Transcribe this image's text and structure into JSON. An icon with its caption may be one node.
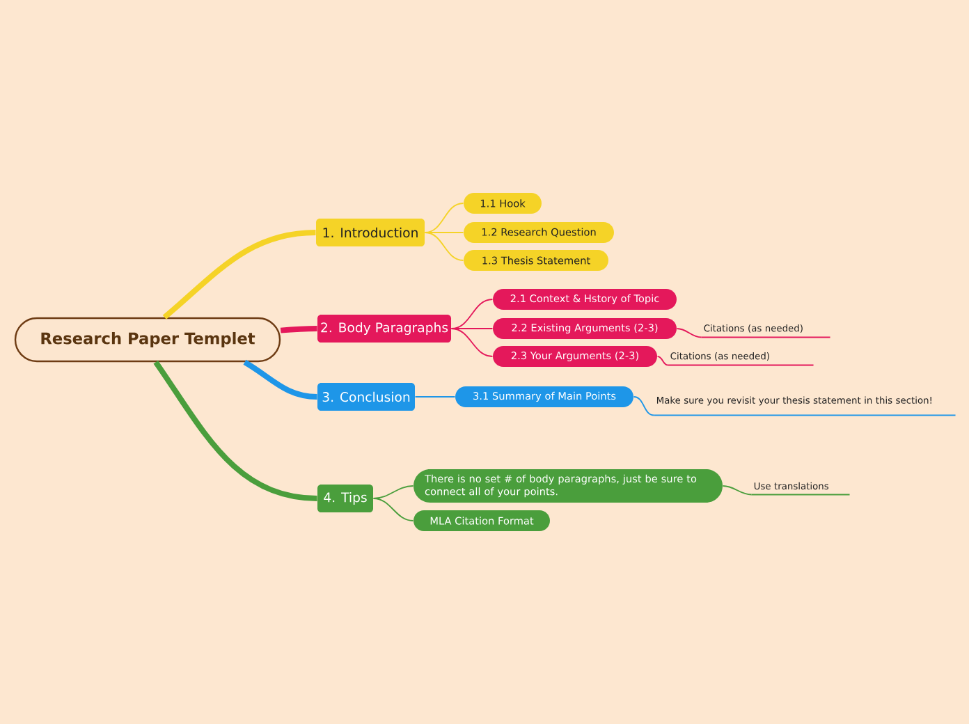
{
  "diagram": {
    "nodes": [
      {
        "text": [
          "Research Paper Templet"
        ]
      },
      {
        "text": [
          "1. Introduction"
        ]
      },
      {
        "text": [
          "1.1 Hook"
        ]
      },
      {
        "text": [
          "1.2 Research Question"
        ]
      },
      {
        "text": [
          "1.3 Thesis Statement"
        ]
      },
      {
        "text": [
          "2. Body Paragraphs"
        ]
      },
      {
        "text": [
          "2.1 Context & Hstory of Topic"
        ]
      },
      {
        "text": [
          "2.2 Existing Arguments (2-3)"
        ]
      },
      {
        "text": [
          "Citations (as needed)"
        ]
      },
      {
        "text": [
          "2.3 Your Arguments (2-3)"
        ]
      },
      {
        "text": [
          "Citations (as needed)"
        ]
      },
      {
        "text": [
          "3. Conclusion"
        ]
      },
      {
        "text": [
          "3.1 Summary of Main Points"
        ]
      },
      {
        "text": [
          "Make sure you revisit your thesis statement in this section!"
        ]
      },
      {
        "text": [
          "4. Tips"
        ]
      },
      {
        "text": [
          "There is no set # of body paragraphs, just be sure to connect all of your points."
        ]
      },
      {
        "text": [
          "Use translations"
        ]
      },
      {
        "text": [
          "MLA Citation Format"
        ]
      }
    ],
    "edges": [
      {
        "from": 0,
        "to": 1,
        "arrow": "none",
        "style": "thick",
        "color": "#f5d327"
      },
      {
        "from": 1,
        "to": 2,
        "arrow": "none",
        "color": "#f5d327"
      },
      {
        "from": 1,
        "to": 3,
        "arrow": "none",
        "color": "#f5d327"
      },
      {
        "from": 1,
        "to": 4,
        "arrow": "none",
        "color": "#f5d327"
      },
      {
        "from": 0,
        "to": 5,
        "arrow": "none",
        "style": "thick",
        "color": "#e4185b"
      },
      {
        "from": 5,
        "to": 6,
        "arrow": "none",
        "color": "#e4185b"
      },
      {
        "from": 5,
        "to": 7,
        "arrow": "none",
        "color": "#e4185b"
      },
      {
        "from": 7,
        "to": 8,
        "arrow": "none",
        "color": "#e4185b"
      },
      {
        "from": 5,
        "to": 9,
        "arrow": "none",
        "color": "#e4185b"
      },
      {
        "from": 9,
        "to": 10,
        "arrow": "none",
        "color": "#e4185b"
      },
      {
        "from": 0,
        "to": 11,
        "arrow": "none",
        "style": "thick",
        "color": "#1e96e8"
      },
      {
        "from": 11,
        "to": 12,
        "arrow": "none",
        "color": "#1e96e8"
      },
      {
        "from": 12,
        "to": 13,
        "arrow": "none",
        "color": "#1e96e8"
      },
      {
        "from": 0,
        "to": 14,
        "arrow": "none",
        "style": "thick",
        "color": "#4a9e3c"
      },
      {
        "from": 14,
        "to": 15,
        "arrow": "none",
        "color": "#4a9e3c"
      },
      {
        "from": 15,
        "to": 16,
        "arrow": "none",
        "color": "#4a9e3c"
      },
      {
        "from": 14,
        "to": 17,
        "arrow": "none",
        "color": "#4a9e3c"
      }
    ]
  }
}
